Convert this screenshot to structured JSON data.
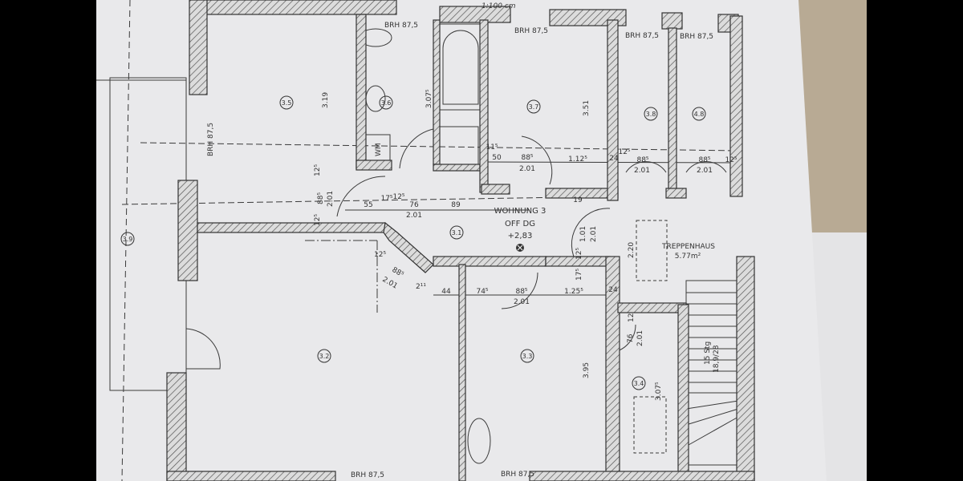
{
  "plan": {
    "scale_note": "1:100 cm",
    "apartment": {
      "name": "WOHNUNG 3",
      "level": "OFF DG",
      "elevation": "+2,83"
    },
    "stairwell": {
      "name": "TREPPENHAUS",
      "area": "5.77m²",
      "steps": "15 Stg",
      "step_ratio": "18,9/28"
    },
    "rooms": [
      "3.1",
      "3.2",
      "3.3",
      "3.4",
      "3.5",
      "3.6",
      "3.7",
      "3.8",
      "4.8",
      "3.9"
    ],
    "parapet": "BRH 87,5",
    "washer": "WM",
    "dims": {
      "d319": "3.19",
      "d3075a": "3.07⁵",
      "d351": "3.51",
      "d395": "3.95",
      "d3075b": "3.07⁵",
      "d220": "2.20",
      "d101": "1.01",
      "d201": "2.01",
      "d55": "55",
      "d76": "76",
      "d89": "89",
      "d50": "50",
      "d885": "88⁵",
      "d1125": "1.12⁵",
      "d44": "44",
      "d745": "74⁵",
      "d1255": "1.25⁵",
      "d125": "12⁵",
      "d175": "17⁵",
      "d24": "24",
      "d19": "19",
      "d12": "12",
      "d115": "11⁵",
      "d211": "2¹¹"
    }
  },
  "colors": {
    "paper": "#e9e9eb",
    "wall_line": "#3a3a3a",
    "wallpaper": "#b8aa94",
    "background": "#000000"
  }
}
